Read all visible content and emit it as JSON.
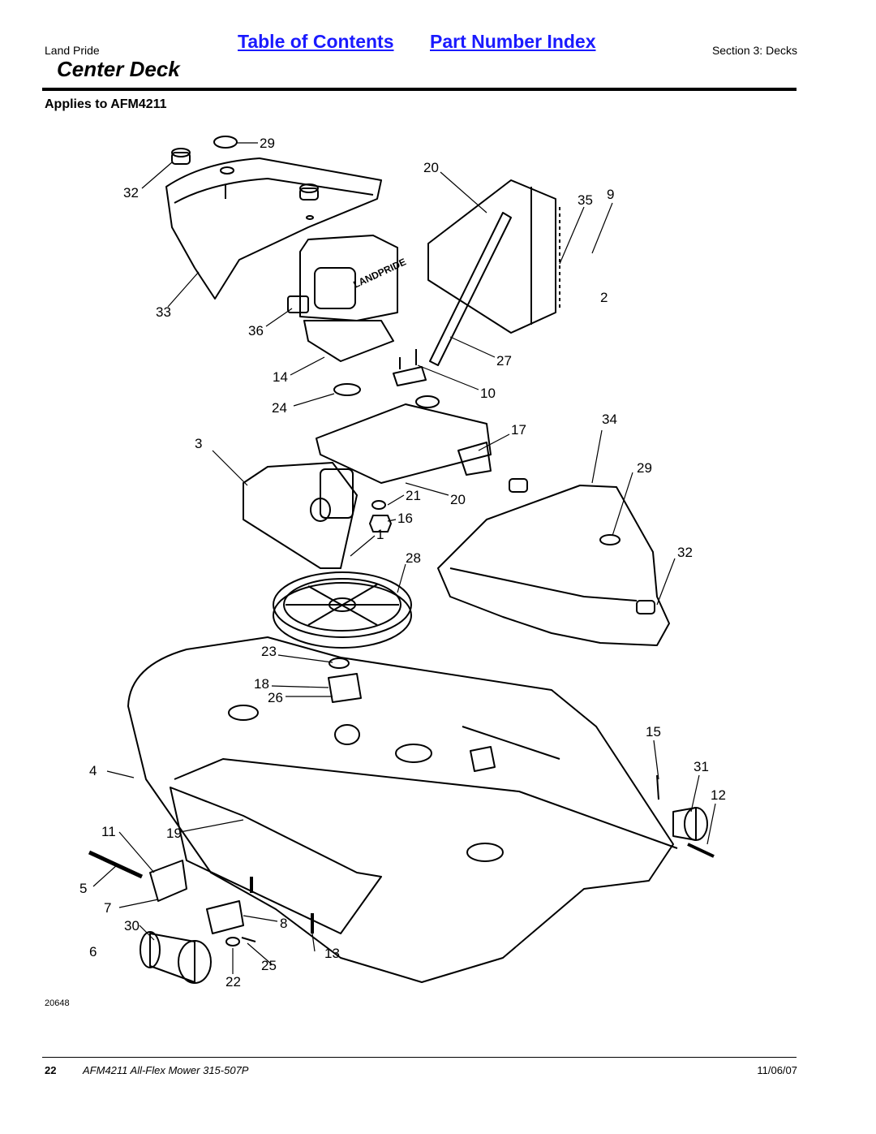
{
  "header": {
    "brand": "Land Pride",
    "toc_link": "Table of Contents",
    "part_index_link": "Part Number Index",
    "section": "Section 3: Decks"
  },
  "title": "Center Deck",
  "applies_to": "Applies to AFM4211",
  "diagram": {
    "figure_number": "20648",
    "gearbox_brand": "LANDPRIDE",
    "callouts": [
      "29",
      "32",
      "20",
      "35",
      "9",
      "33",
      "36",
      "2",
      "14",
      "27",
      "24",
      "10",
      "3",
      "17",
      "34",
      "29",
      "21",
      "20",
      "16",
      "1",
      "28",
      "32",
      "23",
      "18",
      "26",
      "15",
      "4",
      "31",
      "12",
      "11",
      "19",
      "5",
      "7",
      "8",
      "30",
      "6",
      "13",
      "22",
      "25"
    ]
  },
  "footer": {
    "page": "22",
    "doc": "AFM4211 All-Flex Mower 315-507P",
    "date": "11/06/07"
  }
}
